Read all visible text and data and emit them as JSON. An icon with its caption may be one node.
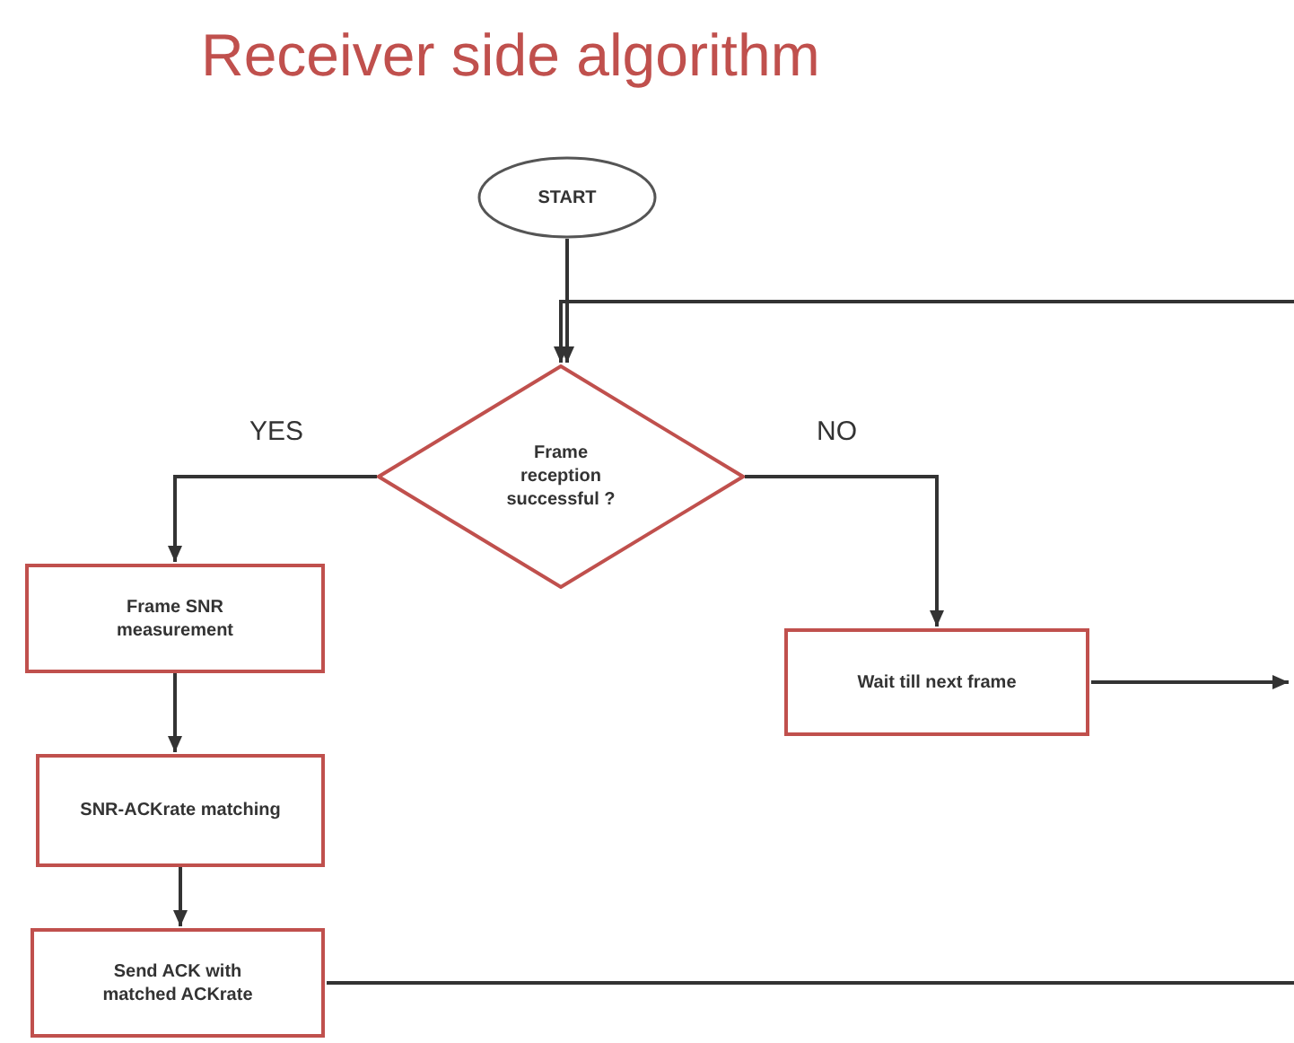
{
  "diagram": {
    "title": "Receiver side algorithm",
    "nodes": [
      {
        "text": [
          "START"
        ]
      },
      {
        "text": [
          "Frame reception successful ?"
        ]
      },
      {
        "text": [
          "Frame SNR measurement"
        ]
      },
      {
        "text": [
          "SNR-ACKrate matching"
        ]
      },
      {
        "text": [
          "Send ACK with matched ACKrate"
        ]
      },
      {
        "text": [
          "Wait till next frame"
        ]
      }
    ],
    "edges": [
      {
        "from": 0,
        "to": 1,
        "arrow": "to"
      },
      {
        "from": null,
        "to": 1,
        "arrow": "to"
      },
      {
        "from": 1,
        "to": 2,
        "arrow": "to",
        "label": "YES"
      },
      {
        "from": 1,
        "to": 5,
        "arrow": "to",
        "label": "NO"
      },
      {
        "from": 2,
        "to": 3,
        "arrow": "to"
      },
      {
        "from": 3,
        "to": 4,
        "arrow": "to"
      },
      {
        "from": 5,
        "to": null,
        "arrow": "to"
      },
      {
        "from": 4,
        "to": null,
        "arrow": "none"
      }
    ]
  }
}
